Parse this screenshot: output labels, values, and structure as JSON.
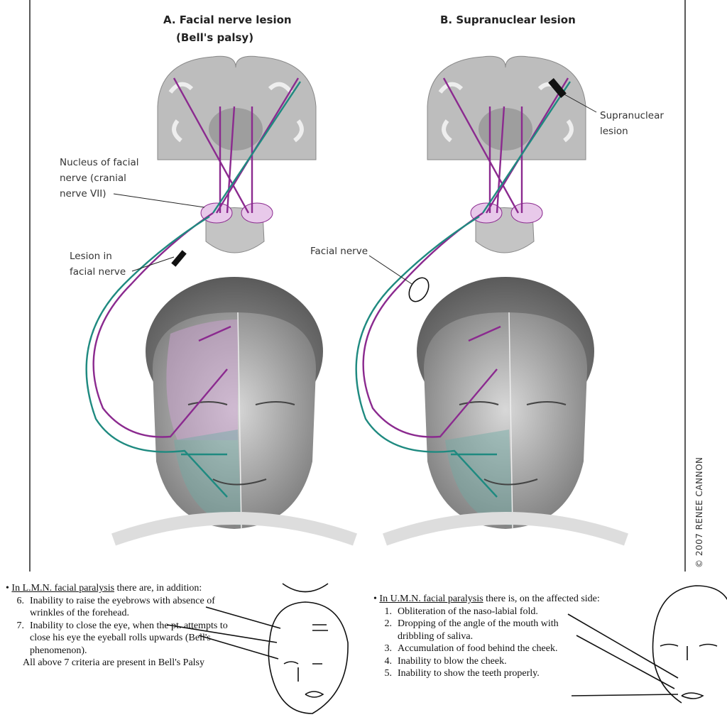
{
  "panel_a": {
    "title_line1": "A. Facial nerve lesion",
    "title_line2": "(Bell's palsy)",
    "label_nucleus_1": "Nucleus of facial",
    "label_nucleus_2": "nerve (cranial",
    "label_nucleus_3": "nerve VII)",
    "label_lesion_1": "Lesion in",
    "label_lesion_2": "facial nerve"
  },
  "panel_b": {
    "title": "B. Supranuclear lesion",
    "label_facial_nerve": "Facial nerve",
    "label_supranuclear_1": "Supranuclear",
    "label_supranuclear_2": "lesion"
  },
  "copyright": "© 2007 RENEE CANNON",
  "colors": {
    "purple": "#8b2a8f",
    "teal": "#1f8a80",
    "brain": "#b8b8b8",
    "face": "#a9a9a9"
  },
  "lmn": {
    "heading_underlined": "In L.M.N. facial paralysis",
    "heading_rest": " there are, in addition:",
    "items": [
      {
        "num": "6.",
        "text": "Inability to raise the eyebrows with absence of wrinkles of the forehead."
      },
      {
        "num": "7.",
        "text": "Inability to close the eye, when the pt. attempts to close his eye the eyeball rolls upwards (Bell's phenomenon)."
      }
    ],
    "footer": "All above 7 criteria are present in Bell's Palsy"
  },
  "umn": {
    "heading_underlined": "In U.M.N. facial paralysis",
    "heading_rest": " there is, on the affected side:",
    "items": [
      {
        "num": "1.",
        "text": "Obliteration of the naso-labial fold."
      },
      {
        "num": "2.",
        "text": "Dropping of the angle of the mouth with dribbling of saliva."
      },
      {
        "num": "3.",
        "text": "Accumulation of food behind the cheek."
      },
      {
        "num": "4.",
        "text": "Inability to blow the cheek."
      },
      {
        "num": "5.",
        "text": "Inability to show the teeth properly."
      }
    ]
  }
}
